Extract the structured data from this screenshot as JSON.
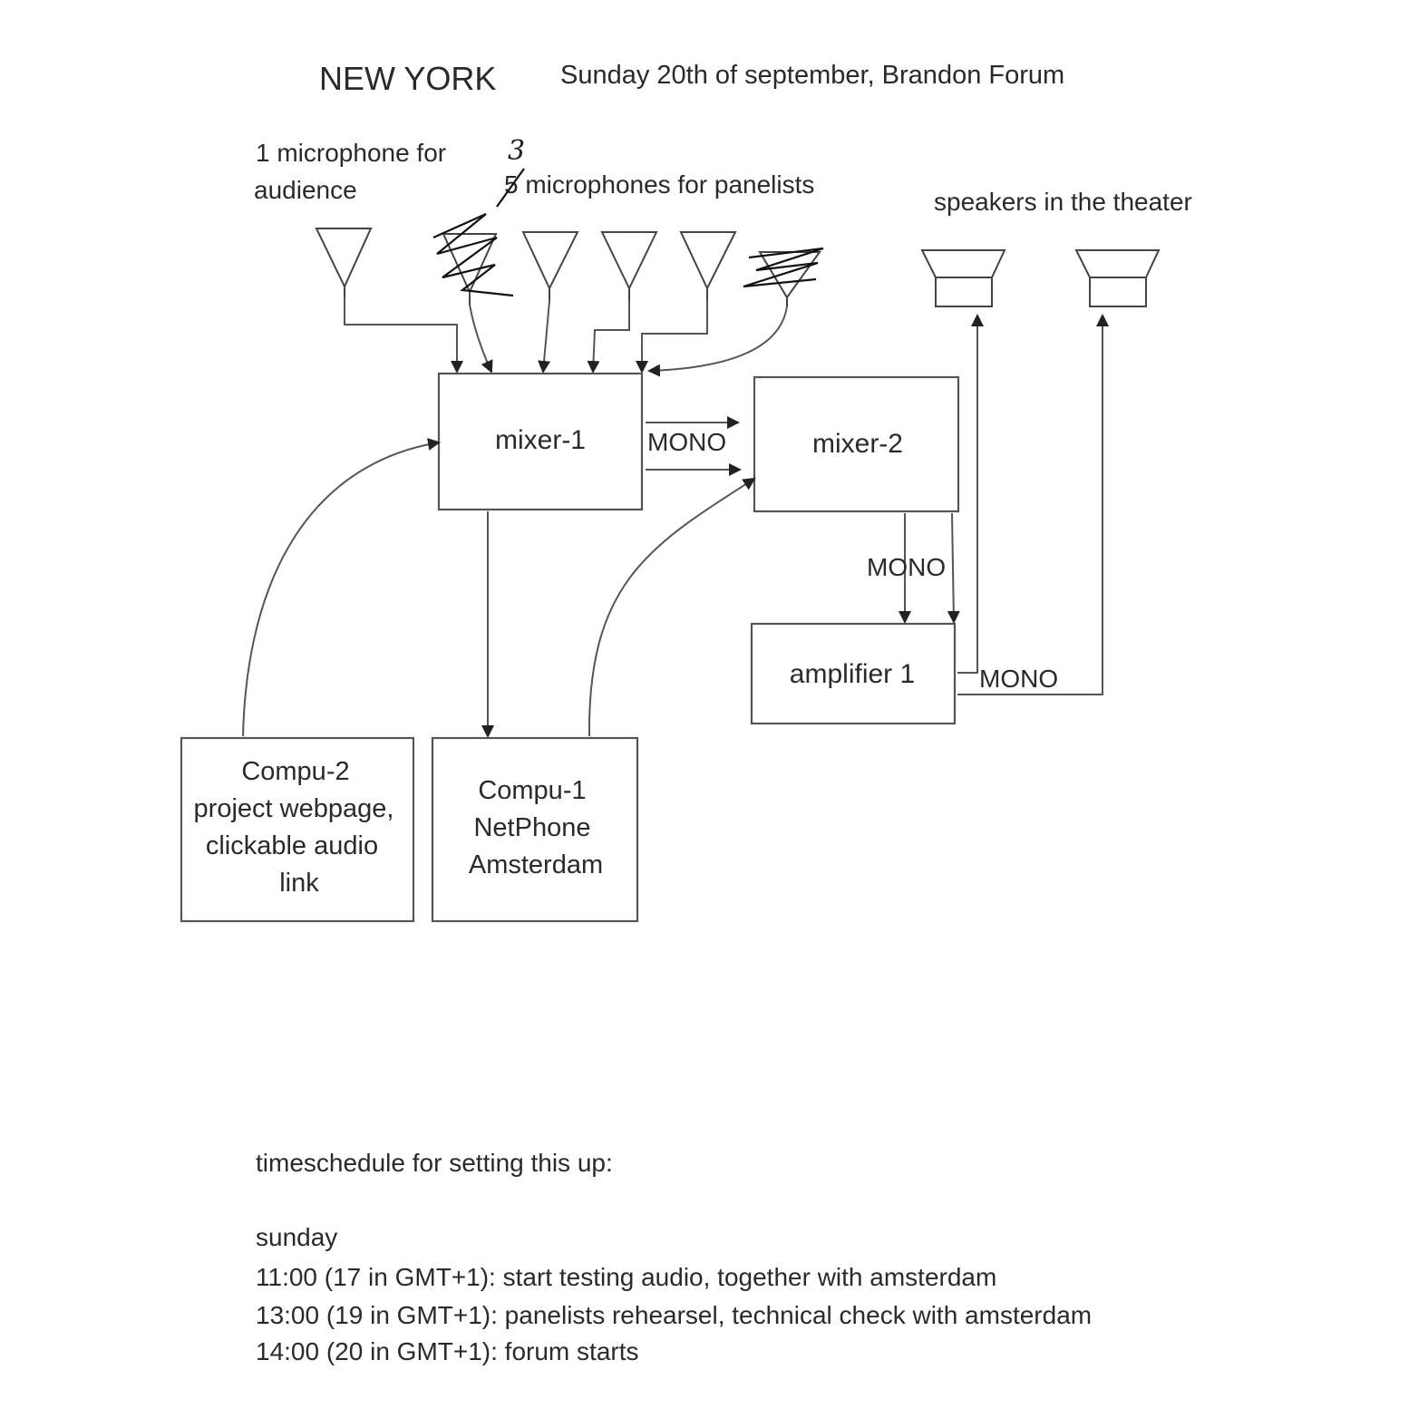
{
  "header": {
    "city": "NEW YORK",
    "event": "Sunday 20th of september, Brandon Forum"
  },
  "labels": {
    "audience_mic": [
      "1 microphone for",
      "audience"
    ],
    "panelist_mics": "5 microphones for panelists",
    "panelist_mics_correction": "3",
    "speakers": "speakers in the theater"
  },
  "nodes": {
    "mixer1": [
      "mixer-1"
    ],
    "mixer2": [
      "mixer-2"
    ],
    "amplifier1": [
      "amplifier 1"
    ],
    "compu2": [
      "Compu-2",
      "project webpage,",
      "clickable audio",
      "link"
    ],
    "compu1": [
      "Compu-1",
      "NetPhone",
      "Amsterdam"
    ]
  },
  "edge_labels": {
    "mixer1_to_mixer2": "MONO",
    "mixer2_to_amp": "MONO",
    "amp_to_speakers": "MONO"
  },
  "schedule": {
    "heading": "timeschedule for setting this up:",
    "day": "sunday",
    "items": [
      "11:00 (17 in GMT+1): start testing audio, together with amsterdam",
      "13:00 (19 in GMT+1): panelists rehearsel, technical check with amsterdam",
      "14:00 (20 in GMT+1): forum starts"
    ]
  }
}
